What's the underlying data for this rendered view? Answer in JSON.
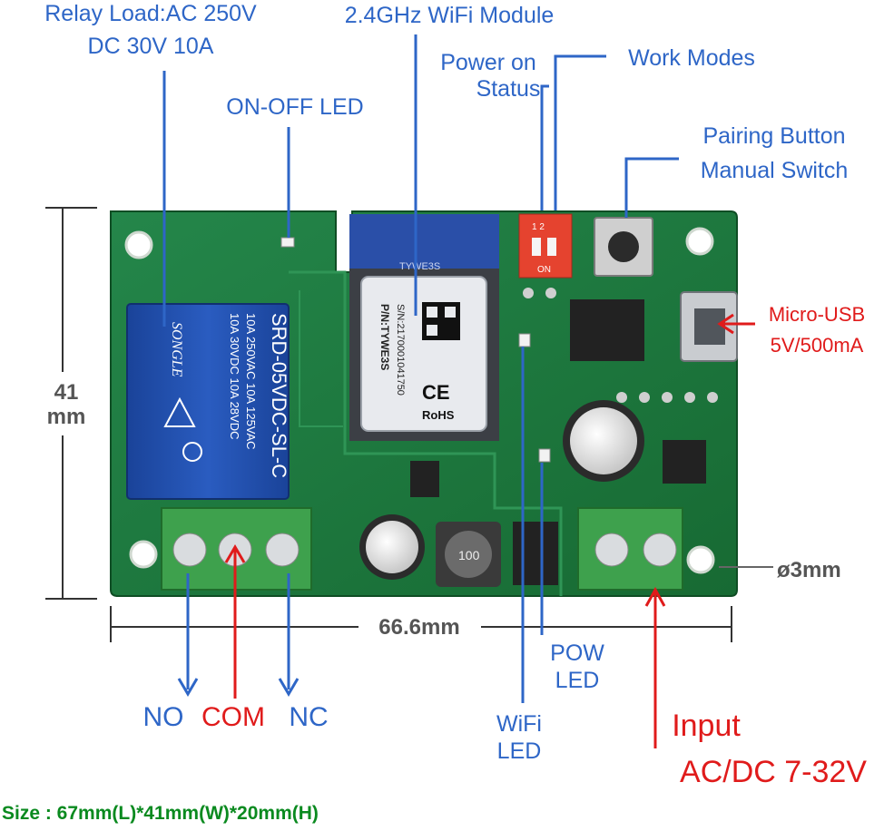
{
  "labels": {
    "relay_load_line1": "Relay Load:AC 250V",
    "relay_load_line2": "DC 30V 10A",
    "wifi_module": "2.4GHz WiFi Module",
    "power_on_line1": "Power on",
    "power_on_line2": "Status",
    "work_modes": "Work Modes",
    "on_off_led": "ON-OFF LED",
    "pairing_line1": "Pairing Button",
    "pairing_line2": "Manual Switch",
    "micro_usb_line1": "Micro-USB",
    "micro_usb_line2": "5V/500mA",
    "height_value": "41",
    "height_unit": "mm",
    "width_dim": "66.6mm",
    "hole_dim": "ø3mm",
    "no": "NO",
    "com": "COM",
    "nc": "NC",
    "wifi_led_line1": "WiFi",
    "wifi_led_line2": "LED",
    "pow_led_line1": "POW",
    "pow_led_line2": "LED",
    "input_line1": "Input",
    "input_line2": "AC/DC 7-32V",
    "size": "Size : 67mm(L)*41mm(W)*20mm(H)"
  },
  "board": {
    "module_model": "TYWE3S",
    "module_pn": "P/N:TYWE3S",
    "module_sn": "S/N:2170001041750",
    "ce": "CE",
    "rohs": "RoHS",
    "relay_brand": "SONGLE",
    "relay_spec1": "10A 250VAC 10A 125VAC",
    "relay_spec2": "10A 30VDC 10A 28VDC",
    "relay_model": "SRD-05VDC-SL-C",
    "dip_on": "ON",
    "dip_12": "1 2",
    "inductor": "100"
  },
  "colors": {
    "blue": "#2e66c7",
    "red": "#e01b1b",
    "pcb": "#1f7a3c",
    "relay": "#1d4fa8"
  }
}
